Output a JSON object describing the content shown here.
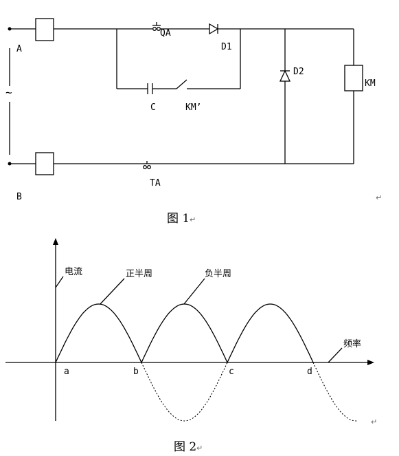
{
  "figure1": {
    "labels": {
      "A": "A",
      "B": "B",
      "ac": "~",
      "QA": "QA",
      "D1": "D1",
      "D2": "D2",
      "KM": "KM",
      "C": "C",
      "KMp": "KM’",
      "TA": "TA"
    },
    "caption": "图 1"
  },
  "figure2": {
    "ylabel": "电流",
    "xlabel": "频率",
    "pos_half": "正半周",
    "neg_half": "负半周",
    "points": {
      "a": "a",
      "b": "b",
      "c": "c",
      "d": "d"
    },
    "caption": "图 2"
  },
  "return_mark": "↵"
}
